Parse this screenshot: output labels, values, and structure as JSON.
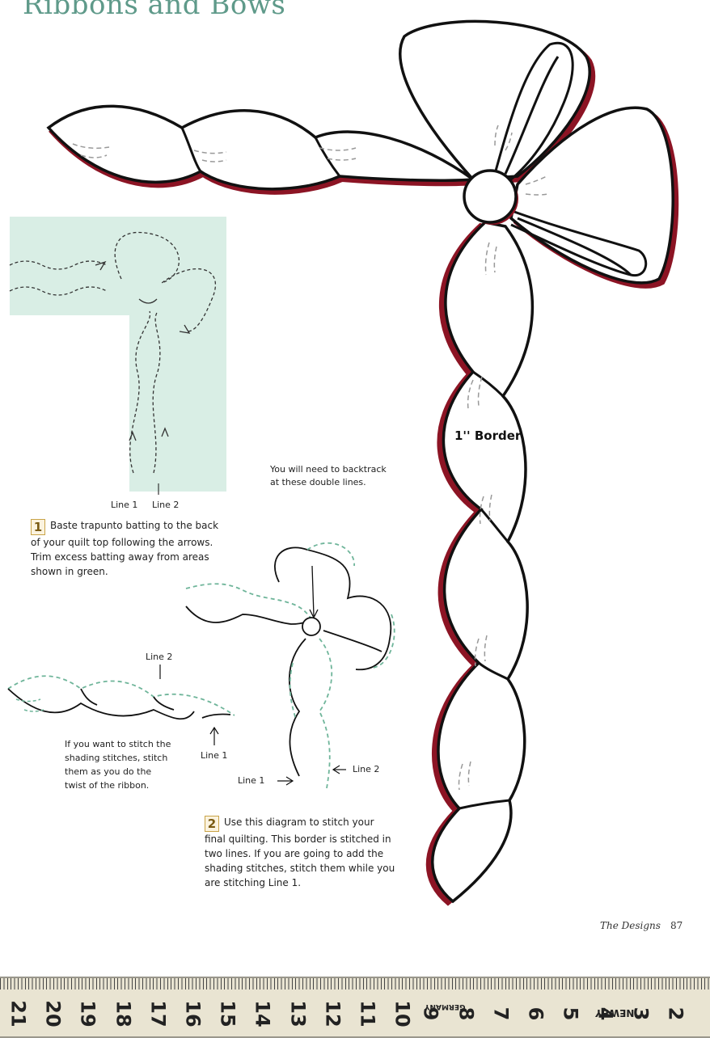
{
  "page": {
    "title": "Ribbons and Bows",
    "border_label": "1'' Border",
    "footer_text": "The Designs",
    "page_number": "87"
  },
  "step1": {
    "number": "1",
    "text": "Baste trapunto batting to the back of your quilt top following the arrows. Trim excess batting away from areas shown in green.",
    "line1_label": "Line 1",
    "line2_label": "Line 2"
  },
  "step2": {
    "number": "2",
    "text": "Use this diagram to stitch your final quilting. This border is stitched in two lines. If you are going to add the shading stitches, stitch them while you are stitching Line 1.",
    "backtrack_note": "You will need to backtrack at these double lines.",
    "line1_label": "Line 1",
    "line2_label": "Line 2"
  },
  "shading_detail": {
    "note": "If you want to stitch the shading stitches, stitch them as you do the twist of the ribbon.",
    "line1_label": "Line 1",
    "line2_label": "Line 2"
  },
  "tape": {
    "numbers": [
      "21",
      "20",
      "19",
      "18",
      "17",
      "16",
      "15",
      "14",
      "13",
      "12",
      "11",
      "10",
      "9",
      "8",
      "7",
      "6",
      "5",
      "4",
      "3",
      "2"
    ],
    "brand": "NEWEY",
    "origin": "GERMANY"
  },
  "colors": {
    "title": "#5f9a8a",
    "ribbon_shadow": "#8c1424",
    "batting_green": "#d9eee5",
    "dash_green": "#6fb59a"
  }
}
